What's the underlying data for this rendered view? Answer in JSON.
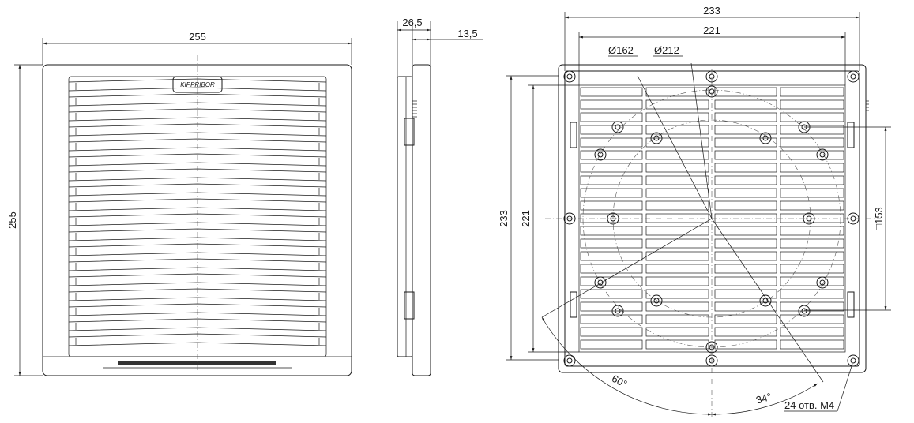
{
  "front_view": {
    "brand_logo": "KIPPRIBOR",
    "width_label": "255",
    "height_label": "255"
  },
  "side_view": {
    "depth_label": "26,5",
    "front_depth_label": "13,5"
  },
  "rear_view": {
    "outer_width_label": "233",
    "mount_width_label": "221",
    "outer_height_label": "233",
    "mount_height_label": "221",
    "fan_square_label": "□153",
    "circle_small_label": "Ø162",
    "circle_large_label": "Ø212",
    "angle_large_label": "60°",
    "angle_small_label": "34°",
    "holes_label": "24 отв. М4"
  }
}
